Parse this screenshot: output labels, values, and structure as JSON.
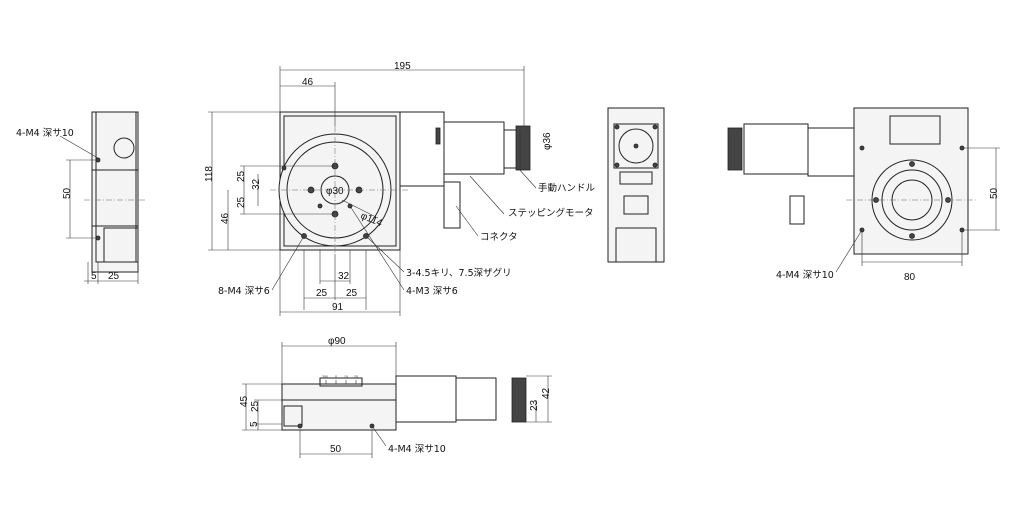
{
  "left_view": {
    "tap_label": "4-M4 深サ10",
    "dim_height": "50",
    "dim_5": "5",
    "dim_25": "25"
  },
  "top_view": {
    "dim_195": "195",
    "dim_46_top": "46",
    "dim_118": "118",
    "dim_25_a": "25",
    "dim_32_v": "32",
    "dim_25_b": "25",
    "dim_46_side": "46",
    "dia_30": "φ30",
    "dia_114": "φ114",
    "dia_36": "φ36",
    "dim_32_h": "32",
    "dim_25_l": "25",
    "dim_25_r": "25",
    "dim_91": "91",
    "label_handle": "手動ハンドル",
    "label_motor": "ステッピングモータ",
    "label_connector": "コネクタ",
    "label_drill": "3-4.5キリ、7.5深ザグリ",
    "label_m3": "4-M3 深サ6",
    "label_m4": "8-M4 深サ6"
  },
  "right_view": {
    "dim_50": "50",
    "dim_80": "80",
    "tap_label": "4-M4 深サ10"
  },
  "front_view": {
    "dia_90": "φ90",
    "dim_45": "45",
    "dim_25": "25",
    "dim_5": "5",
    "dim_50": "50",
    "dim_42": "42",
    "dim_23": "23",
    "tap_label": "4-M4 深サ10",
    "scale_marks": [
      "350",
      "0",
      "10",
      "20"
    ]
  }
}
